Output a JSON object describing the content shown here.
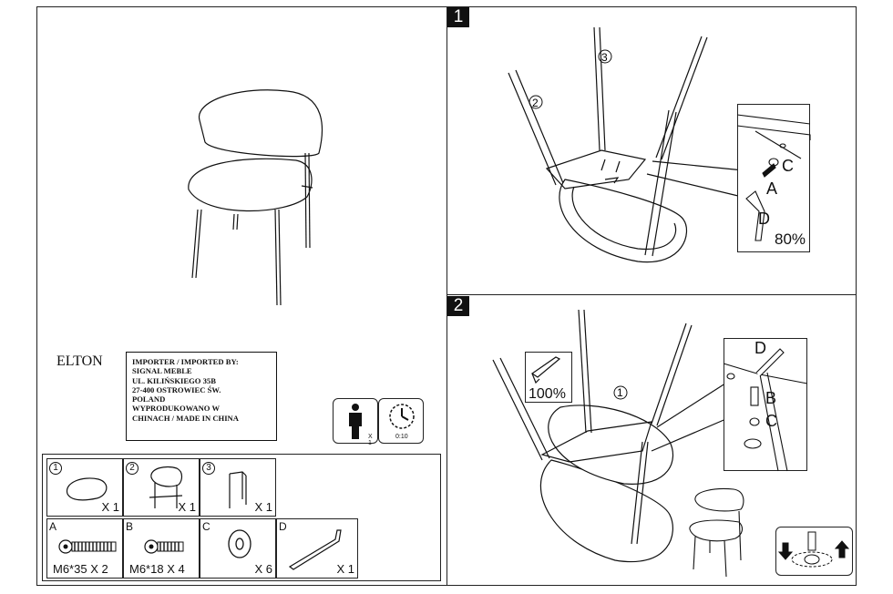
{
  "product_name": "ELTON",
  "importer_lines": [
    "IMPORTER / IMPORTED BY:",
    "SIGNAL MEBLE",
    "UL. KILIŃSKIEGO 35B",
    "27-400 OSTROWIEC ŚW.",
    "POLAND",
    "WYPRODUKOWANO W",
    "CHINACH / MADE IN CHINA"
  ],
  "assembly_info": {
    "persons": "X 1",
    "time": "0:10"
  },
  "parts": [
    {
      "id": "1",
      "qty": "X 1"
    },
    {
      "id": "2",
      "qty": "X 1"
    },
    {
      "id": "3",
      "qty": "X 1"
    },
    {
      "id": "A",
      "qty": "M6*35 X 2"
    },
    {
      "id": "B",
      "qty": "M6*18 X 4"
    },
    {
      "id": "C",
      "qty": "X 6"
    },
    {
      "id": "D",
      "qty": "X 1"
    }
  ],
  "step1": {
    "number": "1",
    "callouts": [
      "3",
      "2"
    ],
    "detail": {
      "label_c": "C",
      "label_a": "A",
      "label_d": "D",
      "torque": "80%"
    }
  },
  "step2": {
    "number": "2",
    "callout": "1",
    "torque": "100%",
    "detail": {
      "label_d": "D",
      "label_b": "B",
      "label_c": "C"
    }
  },
  "colors": {
    "line": "#111111",
    "paper": "#ffffff"
  }
}
